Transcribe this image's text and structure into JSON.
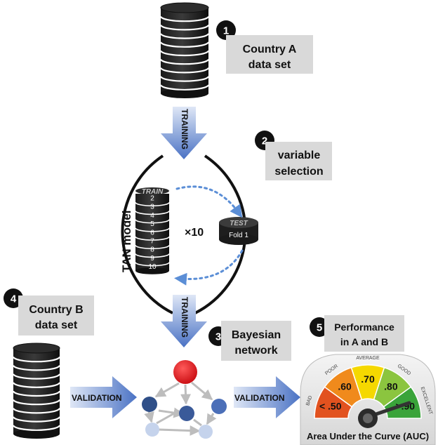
{
  "steps": [
    {
      "number": "1",
      "line1": "Country A",
      "line2": "data set"
    },
    {
      "number": "2",
      "line1": "variable",
      "line2": "selection"
    },
    {
      "number": "3",
      "line1": "Bayesian",
      "line2": "network"
    },
    {
      "number": "4",
      "line1": "Country B",
      "line2": "data set"
    },
    {
      "number": "5",
      "line1": "Performance",
      "line2": "in A and B"
    }
  ],
  "arrows": {
    "training_top": "TRAINING",
    "training_bottom": "TRAINING",
    "validation_left": "VALIDATION",
    "validation_right": "VALIDATION"
  },
  "tan": {
    "model_label": "TAN model",
    "train_label": "TRAIN",
    "folds": [
      "2",
      "3",
      "4",
      "5",
      "6",
      "7",
      "8",
      "9",
      "10"
    ],
    "repeat_label": "×10",
    "test_label": "TEST",
    "test_fold": "Fold 1"
  },
  "gauge": {
    "title": "Area Under the Curve (AUC)",
    "segments": [
      {
        "category": "BAD",
        "value": "< .50",
        "color": "#e2521f"
      },
      {
        "category": "POOR",
        "value": ".60",
        "color": "#f08a1c"
      },
      {
        "category": "AVERAGE",
        "value": ".70",
        "color": "#f5d800"
      },
      {
        "category": "GOOD",
        "value": ".80",
        "color": "#8bc53f"
      },
      {
        "category": "EXCELLENT",
        "value": ">.90",
        "color": "#3aa43a"
      }
    ]
  },
  "colors": {
    "arrow_blue": "#4a72c4",
    "label_box": "#d9d9d9",
    "node_red": "#e8141b",
    "node_dark": "#2f4f88",
    "node_mid": "#4b6fb8",
    "node_light": "#c5d3ec",
    "node_grey": "#c0c0c0"
  }
}
